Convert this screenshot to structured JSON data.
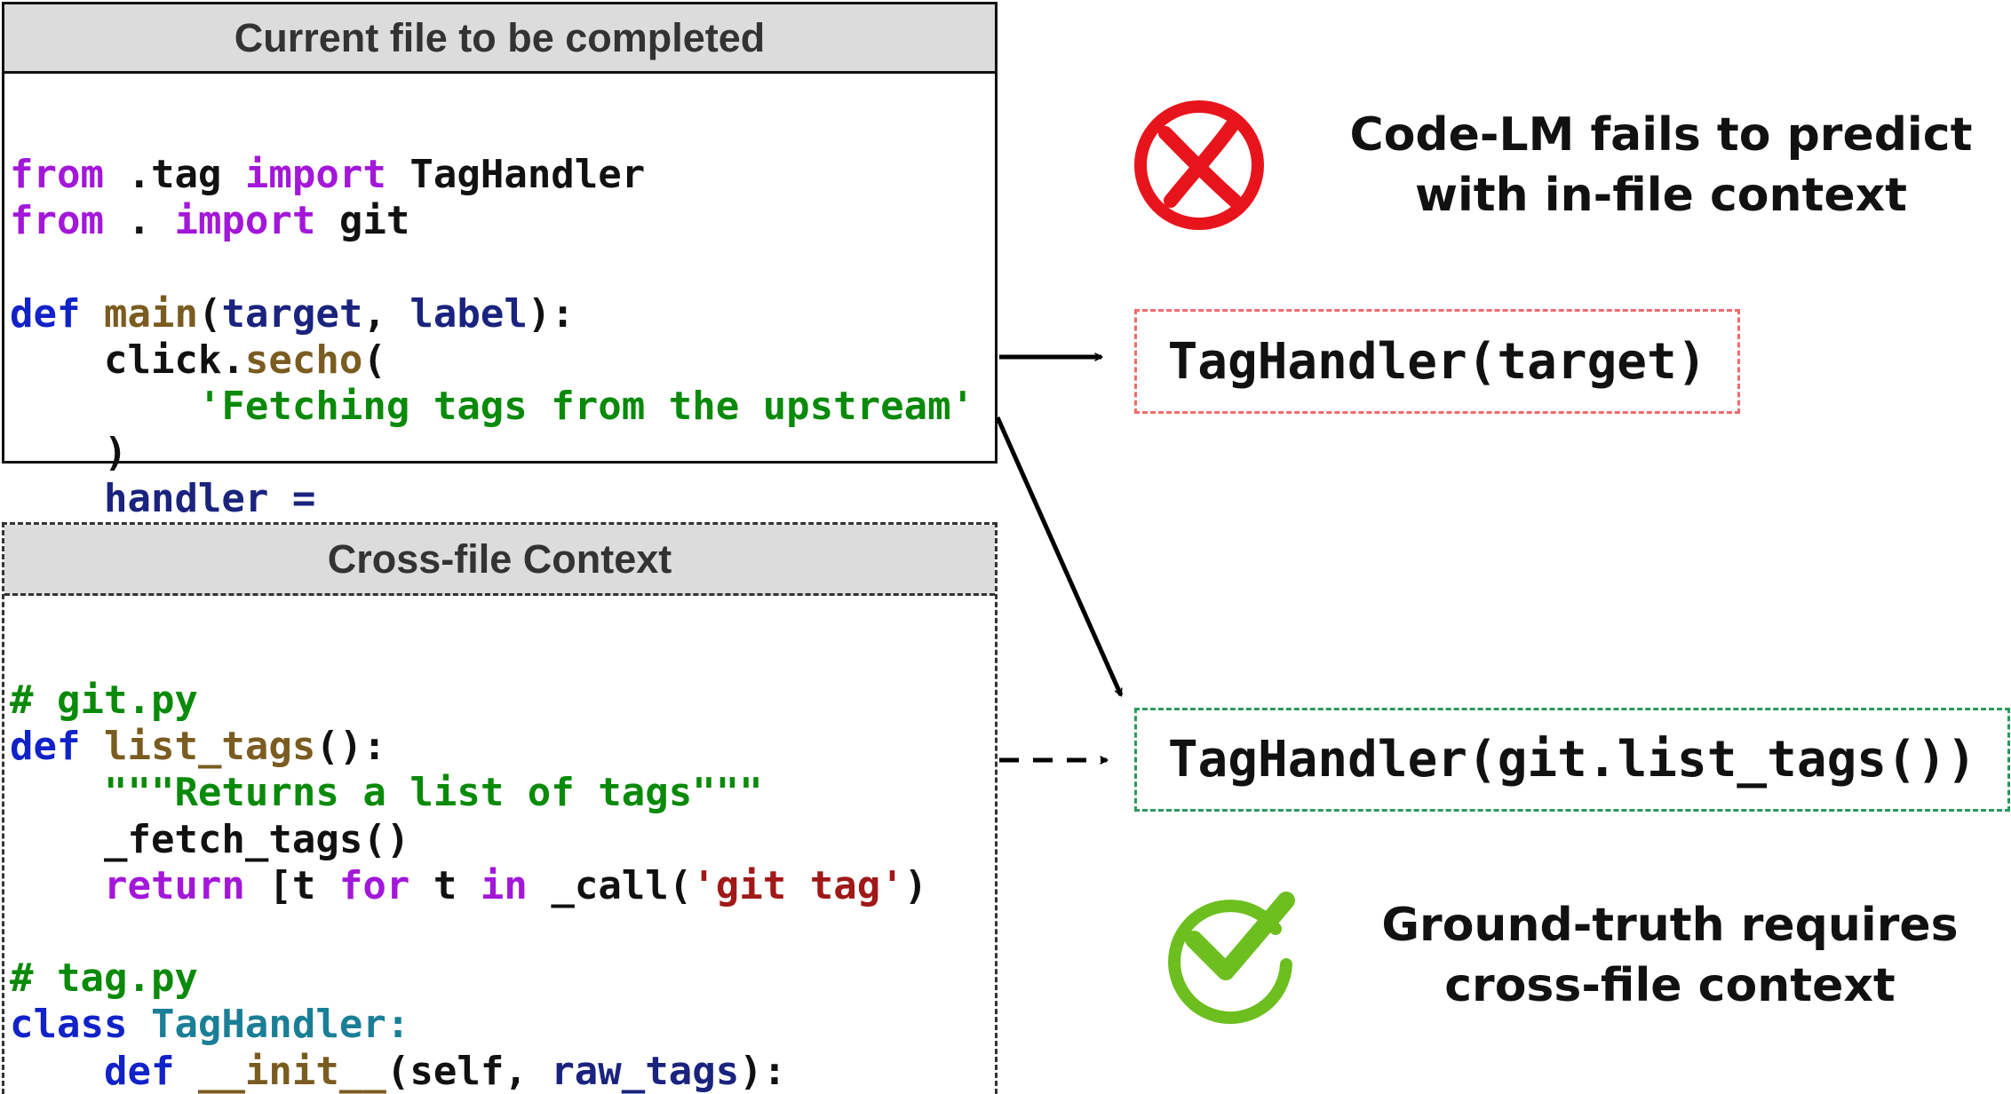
{
  "current_file": {
    "title": "Current file to be completed",
    "lines": [
      [
        {
          "t": "from",
          "c": "kw-purple"
        },
        {
          "t": " .tag ",
          "c": "plain"
        },
        {
          "t": "import",
          "c": "kw-purple"
        },
        {
          "t": " TagHandler",
          "c": "plain"
        }
      ],
      [
        {
          "t": "from",
          "c": "kw-purple"
        },
        {
          "t": " . ",
          "c": "plain"
        },
        {
          "t": "import",
          "c": "kw-purple"
        },
        {
          "t": " git",
          "c": "plain"
        }
      ],
      [],
      [
        {
          "t": "def",
          "c": "kw-blue"
        },
        {
          "t": " ",
          "c": "plain"
        },
        {
          "t": "main",
          "c": "fn"
        },
        {
          "t": "(",
          "c": "plain"
        },
        {
          "t": "target",
          "c": "param"
        },
        {
          "t": ", ",
          "c": "plain"
        },
        {
          "t": "label",
          "c": "param"
        },
        {
          "t": "):",
          "c": "plain"
        }
      ],
      [
        {
          "t": "    click.",
          "c": "plain"
        },
        {
          "t": "secho",
          "c": "fn"
        },
        {
          "t": "(",
          "c": "plain"
        }
      ],
      [
        {
          "t": "        ",
          "c": "plain"
        },
        {
          "t": "'Fetching tags from the upstream'",
          "c": "str"
        }
      ],
      [
        {
          "t": "    )",
          "c": "plain"
        }
      ],
      [
        {
          "t": "    ",
          "c": "plain"
        },
        {
          "t": "handler =",
          "c": "param"
        }
      ]
    ]
  },
  "cross_file": {
    "title": "Cross-file Context",
    "lines": [
      [
        {
          "t": "# git.py",
          "c": "cmt"
        }
      ],
      [
        {
          "t": "def",
          "c": "kw-blue"
        },
        {
          "t": " ",
          "c": "plain"
        },
        {
          "t": "list_tags",
          "c": "fn"
        },
        {
          "t": "():",
          "c": "plain"
        }
      ],
      [
        {
          "t": "    ",
          "c": "plain"
        },
        {
          "t": "\"\"\"Returns a list of tags\"\"\"",
          "c": "str"
        }
      ],
      [
        {
          "t": "    _fetch_tags()",
          "c": "plain"
        }
      ],
      [
        {
          "t": "    ",
          "c": "plain"
        },
        {
          "t": "return",
          "c": "kw-purple"
        },
        {
          "t": " [t ",
          "c": "plain"
        },
        {
          "t": "for",
          "c": "kw-purple"
        },
        {
          "t": " t ",
          "c": "plain"
        },
        {
          "t": "in",
          "c": "kw-purple"
        },
        {
          "t": " _call(",
          "c": "plain"
        },
        {
          "t": "'git tag'",
          "c": "str-red"
        },
        {
          "t": ")",
          "c": "plain"
        }
      ],
      [],
      [
        {
          "t": "# tag.py",
          "c": "cmt"
        }
      ],
      [
        {
          "t": "class",
          "c": "kw-blue"
        },
        {
          "t": " ",
          "c": "plain"
        },
        {
          "t": "TagHandler:",
          "c": "cls"
        }
      ],
      [
        {
          "t": "    ",
          "c": "plain"
        },
        {
          "t": "def",
          "c": "kw-blue"
        },
        {
          "t": " ",
          "c": "plain"
        },
        {
          "t": "__init__",
          "c": "fn"
        },
        {
          "t": "(self, ",
          "c": "plain"
        },
        {
          "t": "raw_tags",
          "c": "param"
        },
        {
          "t": "):",
          "c": "plain"
        }
      ],
      [
        {
          "t": "    ...",
          "c": "plain"
        }
      ]
    ]
  },
  "predictions": {
    "wrong": "TagHandler(target)",
    "right": "TagHandler(git.list_tags())"
  },
  "captions": {
    "fail": "Code-LM fails to predict with in-file context",
    "ground_truth": "Ground-truth requires cross-file context"
  },
  "icons": {
    "fail": "red-cross-circle-icon",
    "success": "green-check-circle-icon"
  },
  "colors": {
    "fail": "#e8141c",
    "success": "#6cbf1e",
    "wrong_box_border": "#f06a6a",
    "right_box_border": "#2a9a5e"
  }
}
